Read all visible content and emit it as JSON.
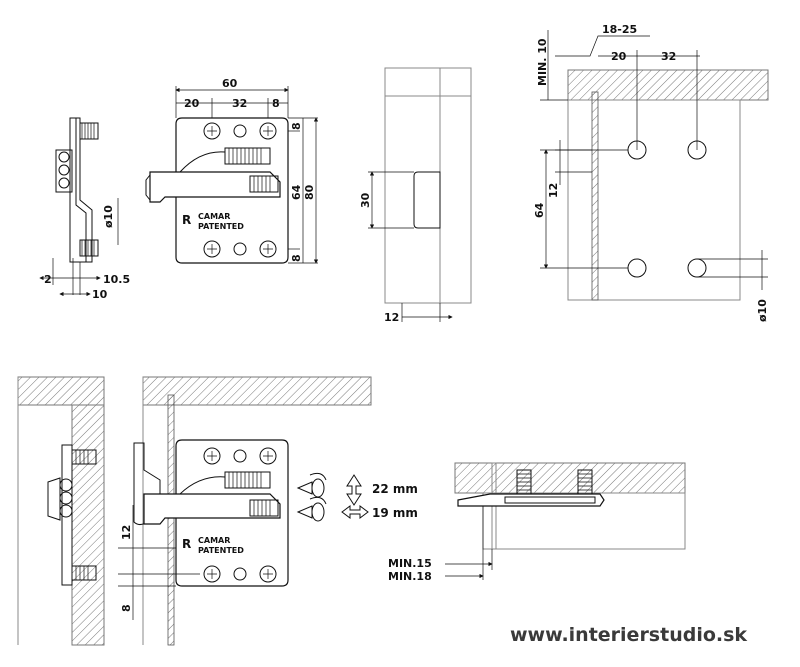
{
  "hinge_side": {
    "d_2": "2",
    "d_10_5": "10.5",
    "d_10": "10",
    "d_o10": "ø10"
  },
  "hinge_front": {
    "d_60": "60",
    "d_20": "20",
    "d_32": "32",
    "d_8_top": "8",
    "d_8_a": "8",
    "d_64": "64",
    "d_80": "80",
    "d_8_b": "8",
    "brand": "CAMAR",
    "patented": "PATENTED",
    "r_mark": "R"
  },
  "door_section": {
    "d_30": "30",
    "d_12": "12"
  },
  "cabinet_view": {
    "d_min10": "MIN. 10",
    "d_18_25": "18-25",
    "d_20": "20",
    "d_32": "32",
    "d_12": "12",
    "d_64": "64",
    "d_o10": "ø10"
  },
  "assembly": {
    "d_12": "12",
    "d_8": "8",
    "adj_vertical": "22 mm",
    "adj_horizontal": "19 mm",
    "brand": "CAMAR",
    "patented": "PATENTED",
    "r_mark": "R"
  },
  "top_view": {
    "d_min15": "MIN.15",
    "d_min18": "MIN.18"
  },
  "website": "www.interierstudio.sk"
}
